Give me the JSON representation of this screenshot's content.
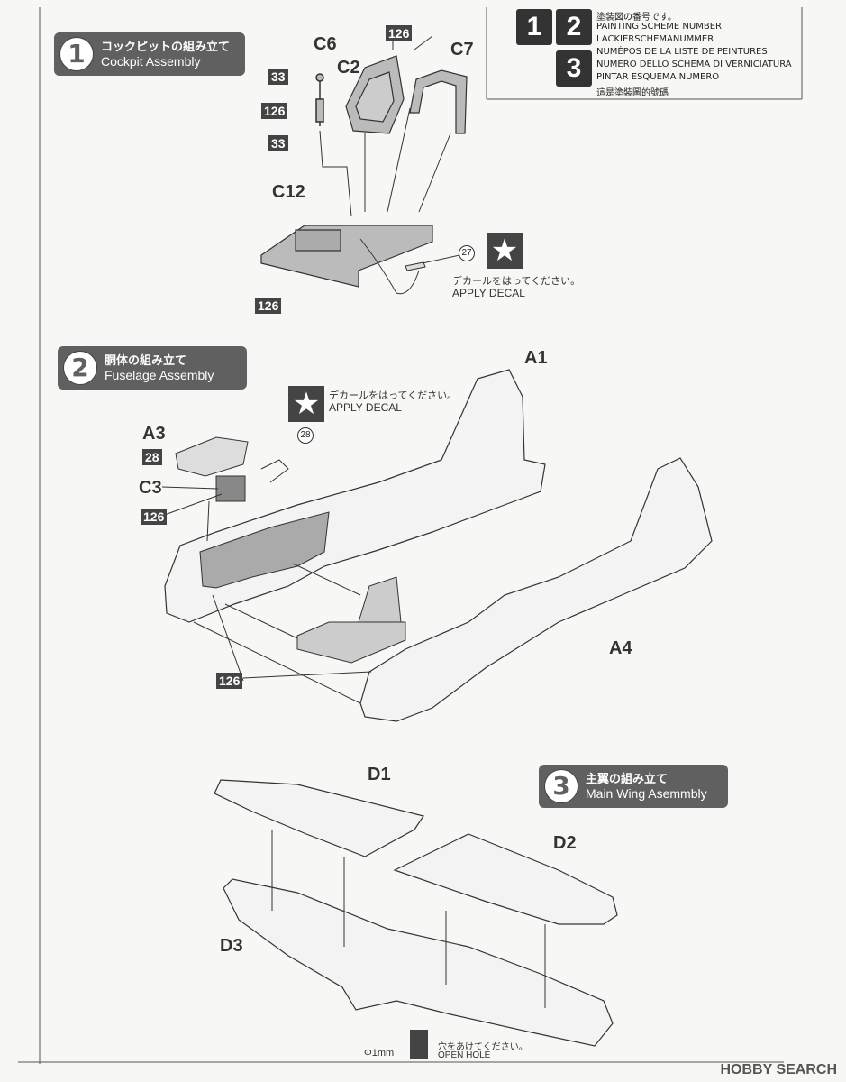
{
  "legend": {
    "numbers": [
      "1",
      "2",
      "3"
    ],
    "lines": [
      "塗装図の番号です。",
      "PAINTING SCHEME NUMBER",
      "LACKIERSCHEMANUMMER",
      "NUMÉPOS DE LA LISTE DE PEINTURES",
      "NUMERO DELLO SCHEMA DI VERNICIATURA",
      "PINTAR ESQUEMA NUMERO",
      "這是塗裝圖的號碼"
    ]
  },
  "step1": {
    "number": "1",
    "title_jp": "コックピットの組み立て",
    "title_en": "Cockpit Assembly",
    "parts": {
      "c6": "C6",
      "c2": "C2",
      "c7": "C7",
      "c12": "C12"
    },
    "colors": {
      "t33a": "33",
      "t126a": "126",
      "t33b": "33",
      "t126top": "126",
      "t126bottom": "126"
    },
    "decal_ref": "27",
    "decal_jp": "デカールをはってください。",
    "decal_en": "APPLY DECAL"
  },
  "step2": {
    "number": "2",
    "title_jp": "胴体の組み立て",
    "title_en": "Fuselage Assembly",
    "parts": {
      "a1": "A1",
      "a3": "A3",
      "c3": "C3",
      "a4": "A4"
    },
    "colors": {
      "t28": "28",
      "t126a": "126",
      "t126b": "126"
    },
    "decal_ref": "28",
    "decal_jp": "デカールをはってください。",
    "decal_en": "APPLY DECAL"
  },
  "step3": {
    "number": "3",
    "title_jp": "主翼の組み立て",
    "title_en": "Main Wing Asemmbly",
    "parts": {
      "d1": "D1",
      "d2": "D2",
      "d3": "D3"
    },
    "hole_size": "Φ1mm",
    "hole_jp": "穴をあけてください。",
    "hole_en": "OPEN HOLE"
  },
  "watermark": "HOBBY SEARCH"
}
